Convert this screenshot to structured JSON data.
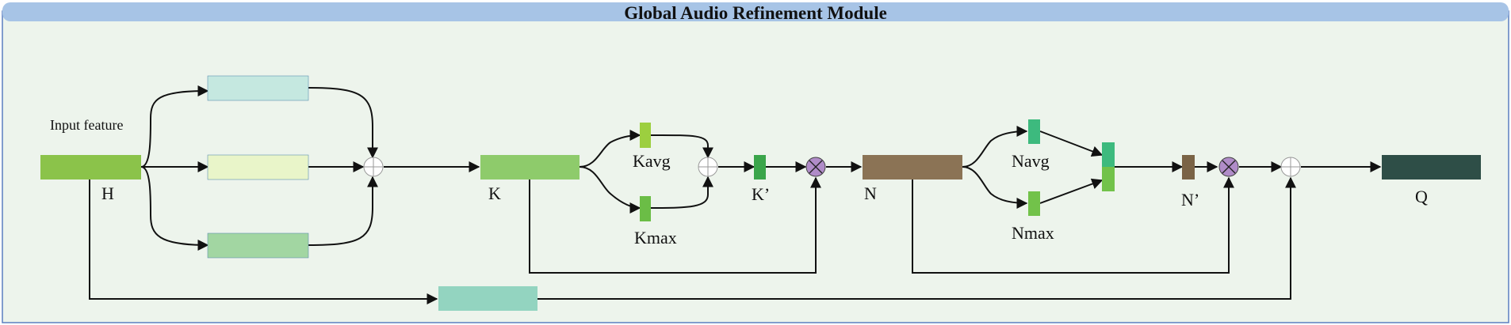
{
  "title": "Global Audio Refinement Module",
  "colors": {
    "title_bar": "#a7c4e6",
    "panel_bg": "#edf4ec",
    "panel_border": "#5b7fc0",
    "H": "#8bc34a",
    "branch_top": "#c5e8e0",
    "branch_mid": "#e9f5c9",
    "branch_bot": "#a2d6a2",
    "K": "#8ecb6b",
    "Kavg": "#9ccf3f",
    "Kmax": "#6bbd46",
    "Kprime": "#3aa54a",
    "multiply": "#b08cc8",
    "N": "#8b7355",
    "Navg": "#3dba7e",
    "Nmax": "#72c24a",
    "Nprime": "#7a6346",
    "skip_block": "#93d4c0",
    "Q": "#2e4e47"
  },
  "labels": {
    "input_feature": "Input feature",
    "H": "H",
    "K": "K",
    "Kavg": "Kavg",
    "Kmax": "Kmax",
    "Kprime": "K’",
    "N": "N",
    "Navg": "Navg",
    "Nmax": "Nmax",
    "Nprime": "N’",
    "Q": "Q"
  }
}
